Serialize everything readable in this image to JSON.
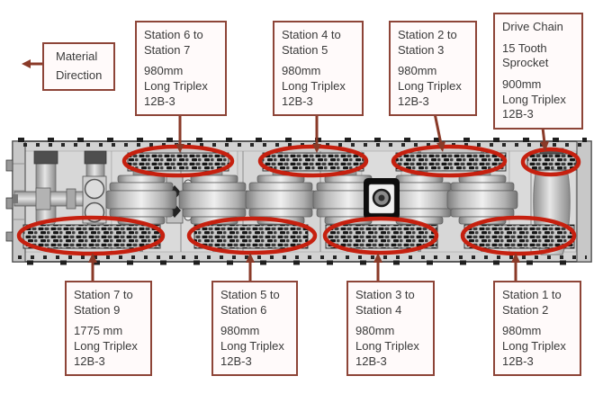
{
  "figure": {
    "material_direction": {
      "label": "Material\nDirection"
    },
    "callouts_top": [
      {
        "title": "Station 6 to\nStation 7",
        "spec": "980mm\nLong Triplex\n12B-3"
      },
      {
        "title": "Station 4 to\nStation 5",
        "spec": "980mm\nLong Triplex\n12B-3"
      },
      {
        "title": "Station 2 to\nStation 3",
        "spec": "980mm\nLong Triplex\n12B-3"
      },
      {
        "title": "Drive Chain",
        "mid": "15 Tooth\nSprocket",
        "spec": "900mm\nLong Triplex\n12B-3"
      }
    ],
    "callouts_bottom": [
      {
        "title": "Station 7 to\nStation 9",
        "spec": "1775 mm\nLong Triplex\n12B-3"
      },
      {
        "title": "Station 5 to\nStation 6",
        "spec": "980mm\nLong Triplex\n12B-3"
      },
      {
        "title": "Station 3 to\nStation 4",
        "spec": "980mm\nLong Triplex\n12B-3"
      },
      {
        "title": "Station 1 to\nStation 2",
        "spec": "980mm\nLong Triplex\n12B-3"
      }
    ],
    "colors": {
      "highlight_red": "#c6200f",
      "connector_brown": "#8a3a28",
      "box_border": "#8d4437",
      "box_background": "#fffafa",
      "text": "#3a3a3a",
      "machine_gray": "#d3d3d3"
    }
  }
}
